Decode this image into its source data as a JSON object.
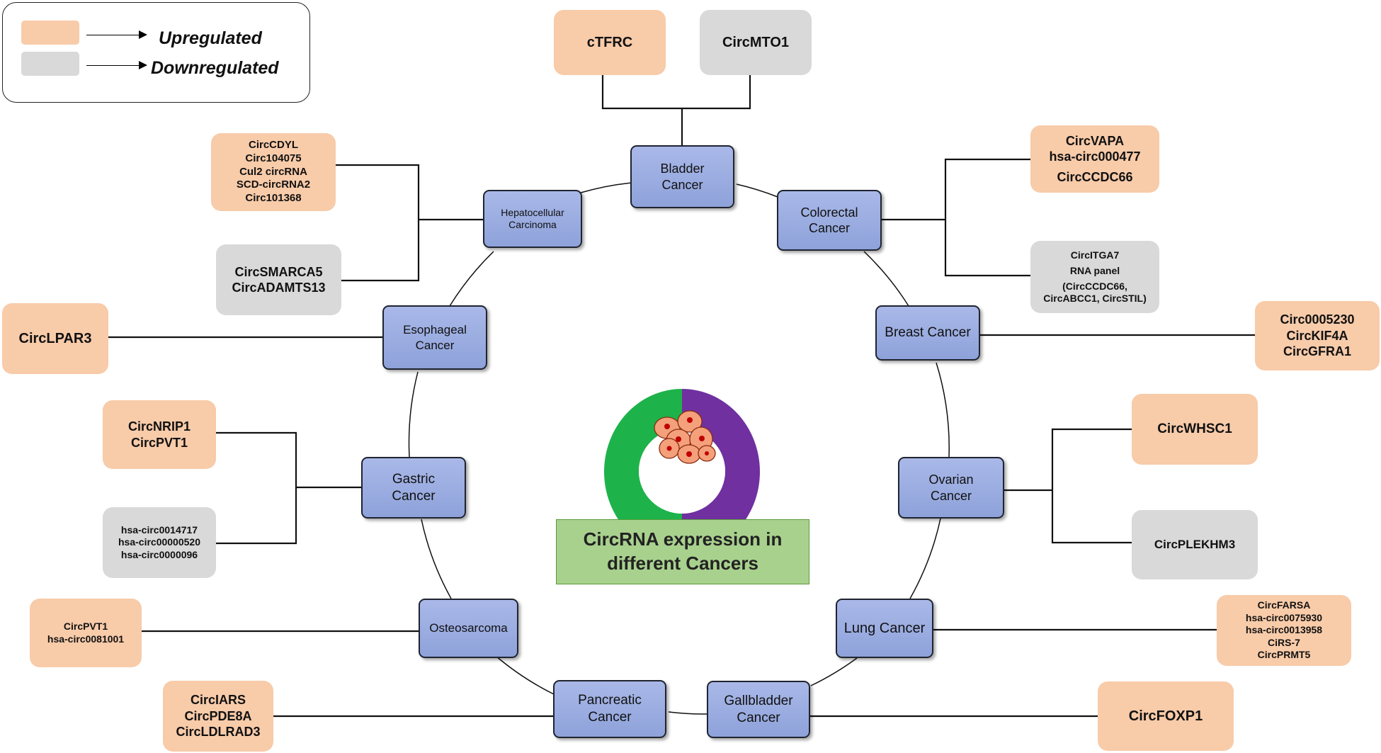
{
  "legend": {
    "up_label": "Upregulated",
    "down_label": "Downregulated",
    "colors": {
      "up": "#f8cba9",
      "down": "#d9d9d9",
      "cancer": "#96a8de",
      "title_bg": "#a9d18e"
    }
  },
  "center": {
    "title_line1": "CircRNA expression in",
    "title_line2": "different Cancers",
    "ring_colors": {
      "left": "#1db34a",
      "right": "#7030a0",
      "cells": "#f4a07a",
      "nuclei": "#c00000"
    }
  },
  "cancers": {
    "bladder": [
      "Bladder",
      "Cancer"
    ],
    "colorectal": [
      "Colorectal",
      "Cancer"
    ],
    "breast": [
      "Breast Cancer"
    ],
    "ovarian": [
      "Ovarian",
      "Cancer"
    ],
    "lung": [
      "Lung Cancer"
    ],
    "gallbladder": [
      "Gallbladder",
      "Cancer"
    ],
    "pancreatic": [
      "Pancreatic",
      "Cancer"
    ],
    "osteosarcoma": [
      "Osteosarcoma"
    ],
    "gastric": [
      "Gastric",
      "Cancer"
    ],
    "esophageal": [
      "Esophageal",
      "Cancer"
    ],
    "hepatocellular": [
      "Hepatocellular",
      "Carcinoma"
    ]
  },
  "circrnas": {
    "bladder_up": [
      "cTFRC"
    ],
    "bladder_down": [
      "CircMTO1"
    ],
    "colorectal_up": [
      "CircVAPA",
      "hsa-circ000477",
      "CircCCDC66"
    ],
    "colorectal_down": [
      "CircITGA7",
      "RNA panel",
      "(CircCCDC66,",
      "CircABCC1, CircSTIL)"
    ],
    "breast_up": [
      "Circ0005230",
      "CircKIF4A",
      "CircGFRA1"
    ],
    "ovarian_up": [
      "CircWHSC1"
    ],
    "ovarian_down": [
      "CircPLEKHM3"
    ],
    "lung_up": [
      "CircFARSA",
      "hsa-circ0075930",
      "hsa-circ0013958",
      "CiRS-7",
      "CircPRMT5"
    ],
    "gallbladder_up": [
      "CircFOXP1"
    ],
    "pancreatic_up": [
      "CircIARS",
      "CircPDE8A",
      "CircLDLRAD3"
    ],
    "osteosarcoma_up": [
      "CircPVT1",
      "hsa-circ0081001"
    ],
    "gastric_up": [
      "CircNRIP1",
      "CircPVT1"
    ],
    "gastric_down": [
      "hsa-circ0014717",
      "hsa-circ00000520",
      "hsa-circ0000096"
    ],
    "esophageal_up": [
      "CircLPAR3"
    ],
    "hepatocellular_up": [
      "CircCDYL",
      "Circ104075",
      "Cul2 circRNA",
      "SCD-circRNA2",
      "Circ101368"
    ],
    "hepatocellular_down": [
      "CircSMARCA5",
      "CircADAMTS13"
    ]
  }
}
